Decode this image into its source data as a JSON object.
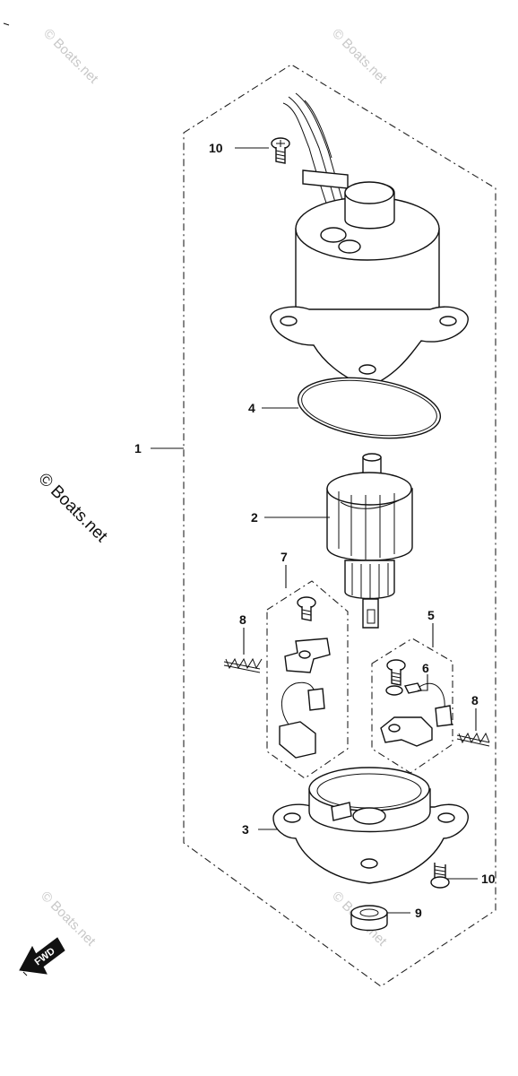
{
  "watermark": {
    "small_text": "© Boats.net",
    "main_text": "© Boats.net"
  },
  "callouts": {
    "motor_assy": "1",
    "armature": "2",
    "end_cap": "3",
    "o_ring": "4",
    "brush_holder_right": "5",
    "lead_wire": "6",
    "brush_holder_left": "7",
    "spring_left": "8",
    "spring_right": "8",
    "seal": "9",
    "screw_top": "10",
    "screw_bottom": "10"
  },
  "fwd_badge": "FWD"
}
